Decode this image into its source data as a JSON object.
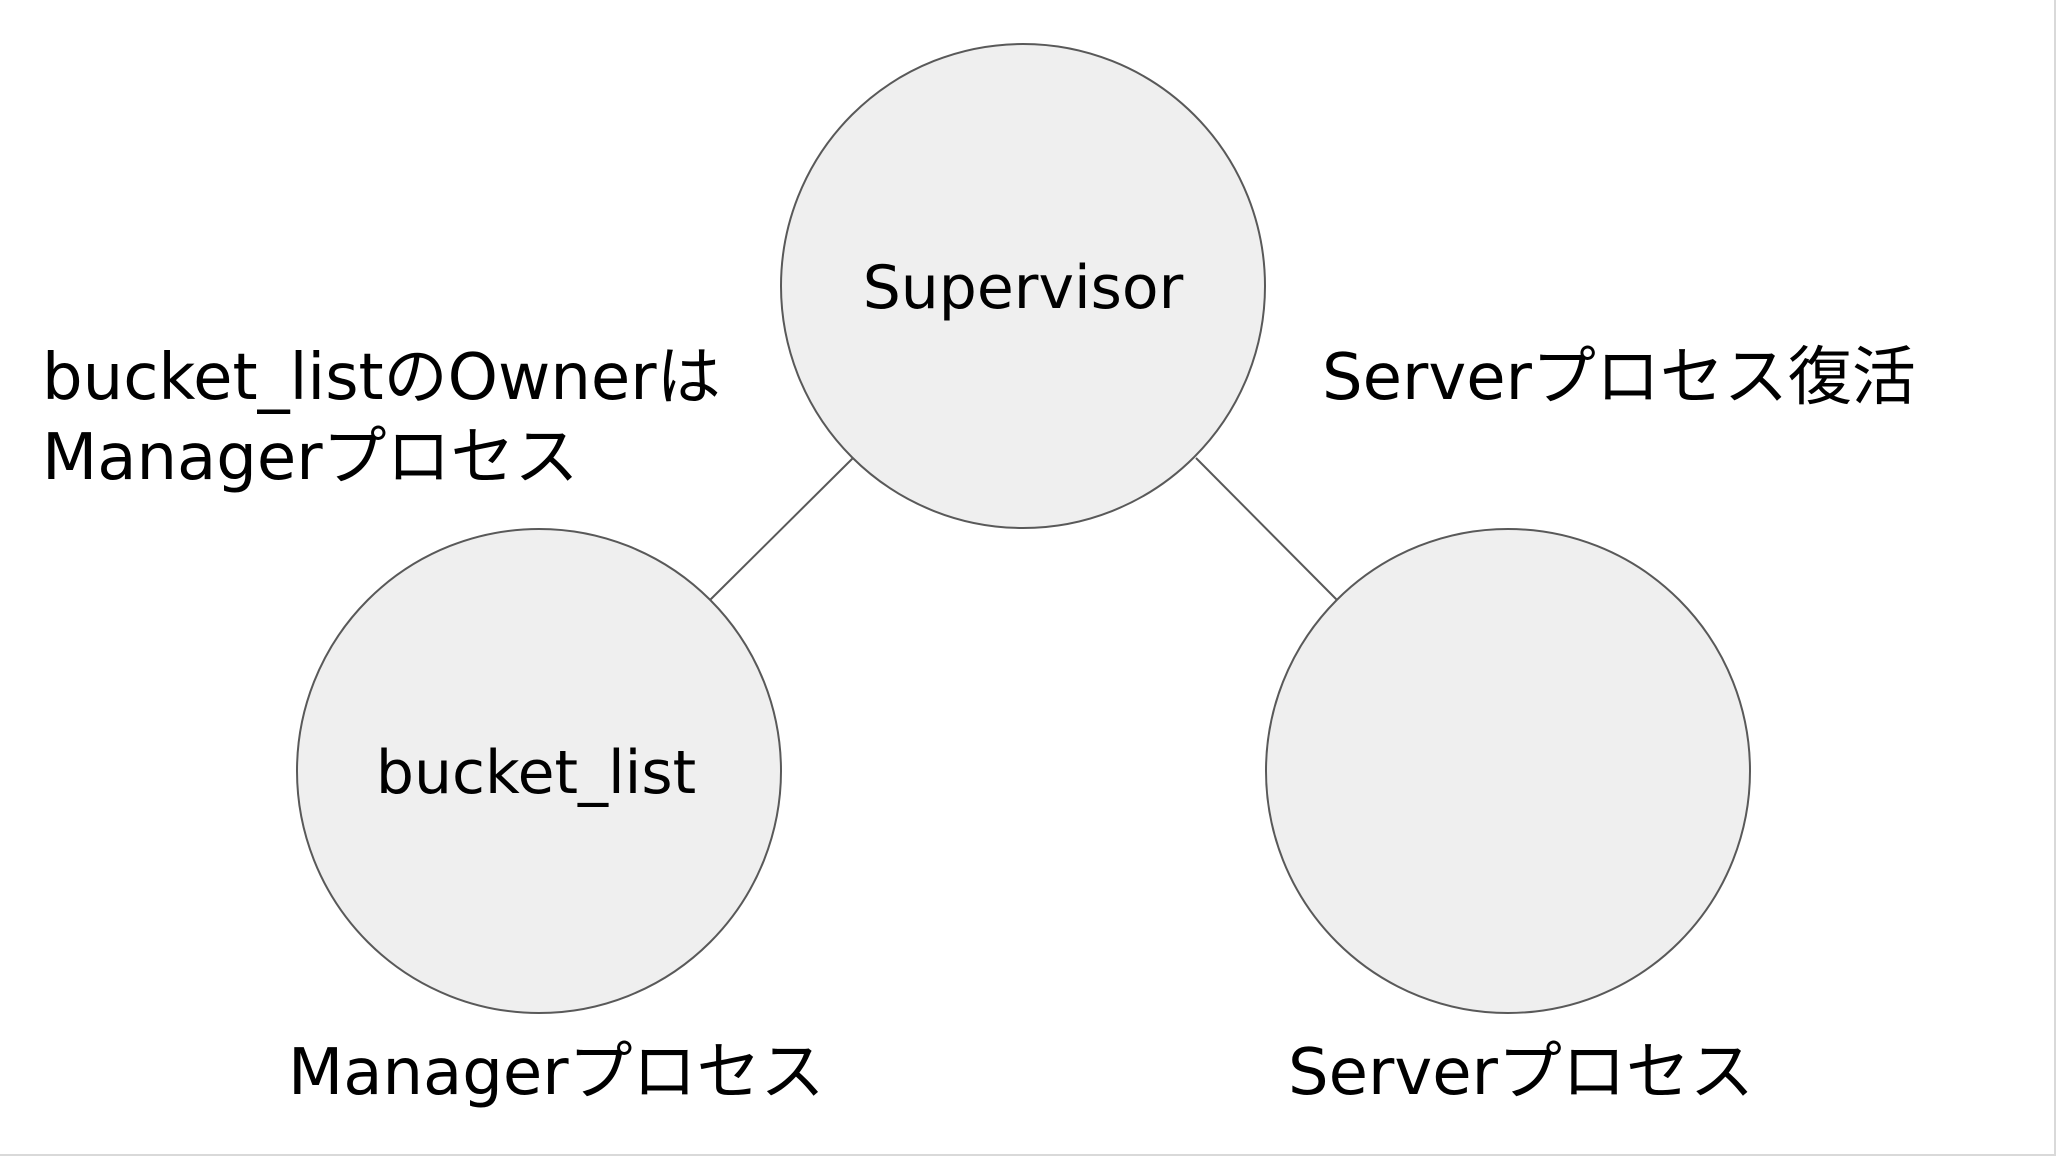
{
  "diagram": {
    "colors": {
      "node_fill": "#efefef",
      "node_stroke": "#595959",
      "edge_stroke": "#595959",
      "text": "#000000",
      "background": "#ffffff"
    },
    "nodes": {
      "supervisor": {
        "label": "Supervisor"
      },
      "manager": {
        "label": "bucket_list"
      },
      "server": {
        "label": ""
      }
    },
    "edges": [
      {
        "from": "supervisor",
        "to": "manager"
      },
      {
        "from": "supervisor",
        "to": "server"
      }
    ],
    "notes": {
      "owner_line1": "bucket_listのOwnerは",
      "owner_line2": "Managerプロセス",
      "revive": "Serverプロセス復活"
    },
    "captions": {
      "manager": "Managerプロセス",
      "server": "Serverプロセス"
    }
  }
}
